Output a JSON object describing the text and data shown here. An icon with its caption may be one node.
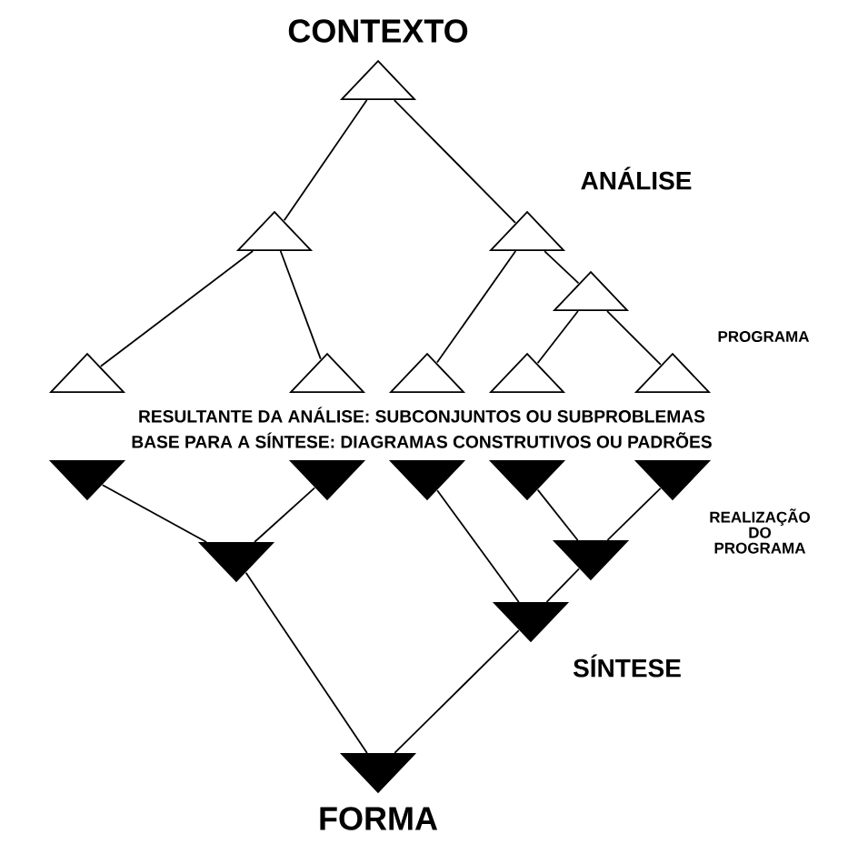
{
  "diagram": {
    "nodes": [
      {
        "text": [],
        "shape": "triangle",
        "beside": [
          "CONTEXTO"
        ]
      },
      {
        "text": [],
        "shape": "triangle"
      },
      {
        "text": [],
        "shape": "triangle"
      },
      {
        "text": [],
        "shape": "triangle"
      },
      {
        "text": [],
        "shape": "triangle"
      },
      {
        "text": [],
        "shape": "triangle"
      },
      {
        "text": [],
        "shape": "triangle"
      },
      {
        "text": [],
        "shape": "triangle"
      },
      {
        "text": [],
        "shape": "triangle"
      },
      {
        "text": [],
        "shape": "triangle"
      },
      {
        "text": [],
        "shape": "triangle"
      },
      {
        "text": [],
        "shape": "triangle"
      },
      {
        "text": [],
        "shape": "triangle"
      },
      {
        "text": [],
        "shape": "triangle"
      },
      {
        "text": [],
        "shape": "triangle"
      },
      {
        "text": [],
        "shape": "triangle"
      },
      {
        "text": [],
        "shape": "triangle"
      },
      {
        "text": [],
        "shape": "triangle",
        "beside": [
          "FORMA"
        ]
      }
    ],
    "edges": [
      {
        "from": 0,
        "to": 1,
        "arrow": "none"
      },
      {
        "from": 0,
        "to": 2,
        "arrow": "none"
      },
      {
        "from": 1,
        "to": 4,
        "arrow": "none"
      },
      {
        "from": 1,
        "to": 5,
        "arrow": "none"
      },
      {
        "from": 2,
        "to": 3,
        "arrow": "none"
      },
      {
        "from": 2,
        "to": 6,
        "arrow": "none"
      },
      {
        "from": 3,
        "to": 7,
        "arrow": "none"
      },
      {
        "from": 3,
        "to": 8,
        "arrow": "none"
      },
      {
        "from": 9,
        "to": 14,
        "arrow": "none"
      },
      {
        "from": 10,
        "to": 14,
        "arrow": "none"
      },
      {
        "from": 11,
        "to": 16,
        "arrow": "none"
      },
      {
        "from": 12,
        "to": 15,
        "arrow": "none"
      },
      {
        "from": 13,
        "to": 15,
        "arrow": "none"
      },
      {
        "from": 15,
        "to": 16,
        "arrow": "none"
      },
      {
        "from": 14,
        "to": 17,
        "arrow": "none"
      },
      {
        "from": 16,
        "to": 17,
        "arrow": "none"
      }
    ],
    "labels": [
      "ANÁLISE",
      "PROGRAMA",
      "RESULTANTE DA ANÁLISE: SUBCONJUNTOS OU SUBPROBLEMAS",
      "BASE PARA A SÍNTESE: DIAGRAMAS CONSTRUTIVOS OU PADRÕES",
      "REALIZAÇÃO DO PROGRAMA",
      "SÍNTESE"
    ]
  }
}
